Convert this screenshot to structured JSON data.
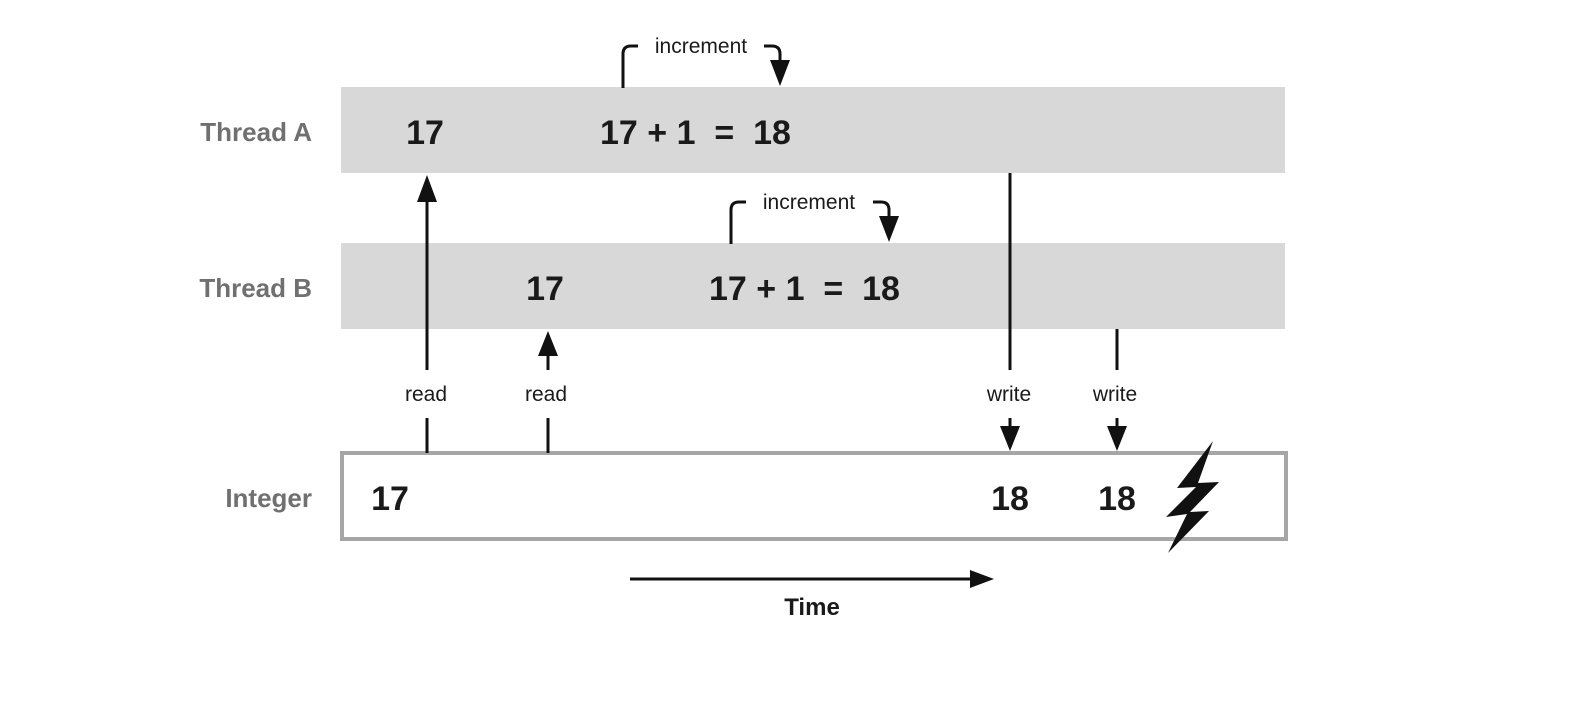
{
  "lanes": {
    "thread_a": "Thread A",
    "thread_b": "Thread B",
    "integer": "Integer"
  },
  "thread_a": {
    "read_value": "17",
    "expression": "17 + 1  =  18",
    "step_label": "increment"
  },
  "thread_b": {
    "read_value": "17",
    "expression": "17 + 1  =  18",
    "step_label": "increment"
  },
  "integer": {
    "initial": "17",
    "after_first_write": "18",
    "after_second_write": "18"
  },
  "operations": {
    "read_a": "read",
    "read_b": "read",
    "write_a": "write",
    "write_b": "write"
  },
  "time_axis": {
    "label": "Time"
  },
  "colors": {
    "lane_fill": "#d8d8d8",
    "integer_border": "#a6a6a6",
    "ink": "#111111",
    "lane_label": "#707070"
  }
}
